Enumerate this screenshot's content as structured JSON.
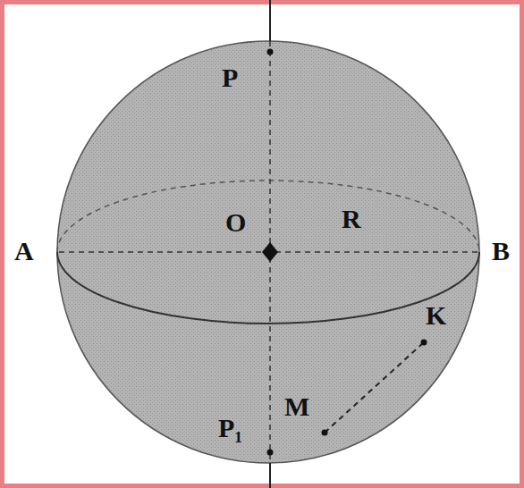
{
  "diagram": {
    "labels": [
      "P",
      "O",
      "R",
      "A",
      "B",
      "K",
      "P₁",
      "M"
    ]
  }
}
